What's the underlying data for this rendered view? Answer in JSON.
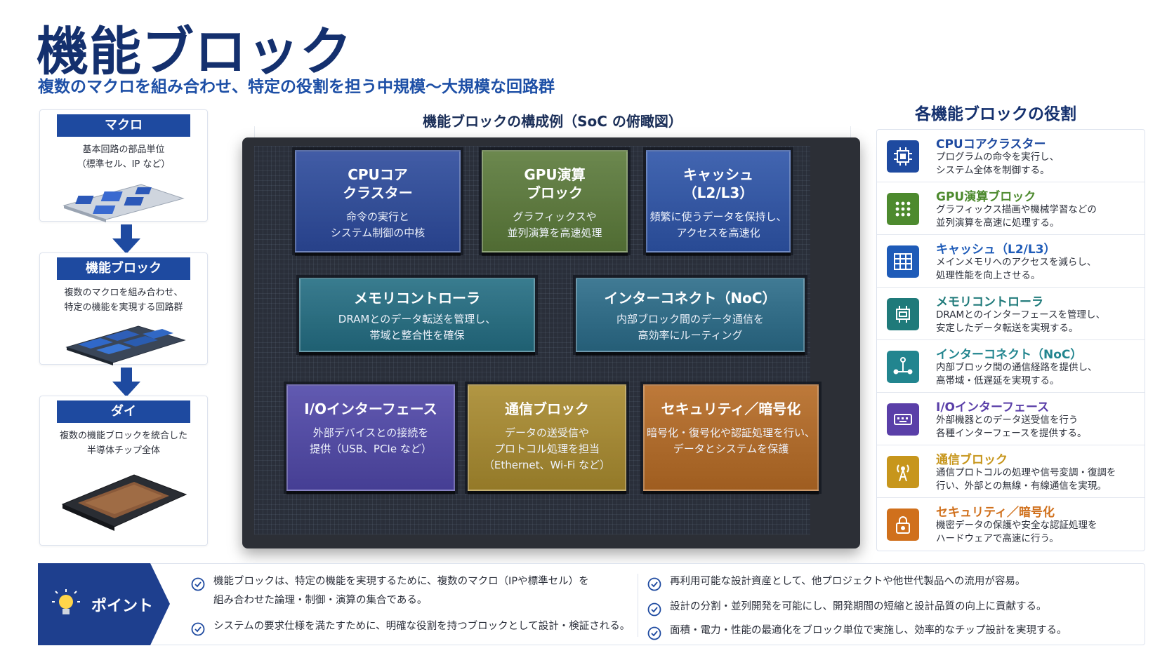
{
  "header": {
    "title": "機能ブロック",
    "subtitle": "複数のマクロを組み合わせ、特定の役割を担う中規模〜大規模な回路群"
  },
  "flow": [
    {
      "label": "マクロ",
      "desc": "基本回路の部品単位\n（標準セル、IP など）"
    },
    {
      "label": "機能ブロック",
      "desc": "複数のマクロを組み合わせ、\n特定の機能を実現する回路群"
    },
    {
      "label": "ダイ",
      "desc": "複数の機能ブロックを統合した\n半導体チップ全体"
    }
  ],
  "center": {
    "title": "機能ブロックの構成例（SoC の俯瞰図）",
    "blocks": [
      {
        "title": "CPUコア\nクラスター",
        "desc": "命令の実行と\nシステム制御の中核",
        "color": "#2c4a9c"
      },
      {
        "title": "GPU演算\nブロック",
        "desc": "グラフィックスや\n並列演算を高速処理",
        "color": "#5b7a3a"
      },
      {
        "title": "キャッシュ\n（L2/L3）",
        "desc": "頻繁に使うデータを保持し、\nアクセスを高速化",
        "color": "#2d54a8"
      },
      {
        "title": "メモリコントローラ",
        "desc": "DRAMとのデータ転送を管理し、\n帯域と整合性を確保",
        "color": "#236d82"
      },
      {
        "title": "インターコネクト（NoC）",
        "desc": "内部ブロック間のデータ通信を\n高効率にルーティング",
        "color": "#2a6b88"
      },
      {
        "title": "I/Oインターフェース",
        "desc": "外部デバイスとの接続を\n提供（USB、PCIe など）",
        "color": "#4f47a8"
      },
      {
        "title": "通信ブロック",
        "desc": "データの送受信や\nプロトコル処理を担当\n（Ethernet、Wi-Fi など）",
        "color": "#a88a2e"
      },
      {
        "title": "セキュリティ／暗号化",
        "desc": "暗号化・復号化や認証処理を行い、\nデータとシステムを保護",
        "color": "#b56a24"
      }
    ]
  },
  "roles": {
    "title": "各機能ブロックの役割",
    "items": [
      {
        "name": "CPUコアクラスター",
        "desc": "プログラムの命令を実行し、\nシステム全体を制御する。",
        "color": "#1e4aa0",
        "icon": "cpu-icon"
      },
      {
        "name": "GPU演算ブロック",
        "desc": "グラフィックス描画や機械学習などの\n並列演算を高速に処理する。",
        "color": "#4d8a2e",
        "icon": "grid-dots-icon"
      },
      {
        "name": "キャッシュ（L2/L3）",
        "desc": "メインメモリへのアクセスを減らし、\n処理性能を向上させる。",
        "color": "#1e5bb8",
        "icon": "table-icon"
      },
      {
        "name": "メモリコントローラ",
        "desc": "DRAMとのインターフェースを管理し、\n安定したデータ転送を実現する。",
        "color": "#1f7a7a",
        "icon": "memory-chip-icon"
      },
      {
        "name": "インターコネクト（NoC）",
        "desc": "内部ブロック間の通信経路を提供し、\n高帯域・低遅延を実現する。",
        "color": "#22858f",
        "icon": "network-icon"
      },
      {
        "name": "I/Oインターフェース",
        "desc": "外部機器とのデータ送受信を行う\n各種インターフェースを提供する。",
        "color": "#5a3fa8",
        "icon": "io-port-icon"
      },
      {
        "name": "通信ブロック",
        "desc": "通信プロトコルの処理や信号変調・復調を\n行い、外部との無線・有線通信を実現。",
        "color": "#c7961c",
        "icon": "antenna-icon"
      },
      {
        "name": "セキュリティ／暗号化",
        "desc": "機密データの保護や安全な認証処理を\nハードウェアで高速に行う。",
        "color": "#d0701c",
        "icon": "lock-icon"
      }
    ]
  },
  "points": {
    "label": "ポイント",
    "left": [
      "機能ブロックは、特定の機能を実現するために、複数のマクロ（IPや標準セル）を\n組み合わせた論理・制御・演算の集合である。",
      "システムの要求仕様を満たすために、明確な役割を持つブロックとして設計・検証される。"
    ],
    "right": [
      "再利用可能な設計資産として、他プロジェクトや他世代製品への流用が容易。",
      "設計の分割・並列開発を可能にし、開発期間の短縮と設計品質の向上に貢献する。",
      "面積・電力・性能の最適化をブロック単位で実施し、効率的なチップ設計を実現する。"
    ]
  }
}
